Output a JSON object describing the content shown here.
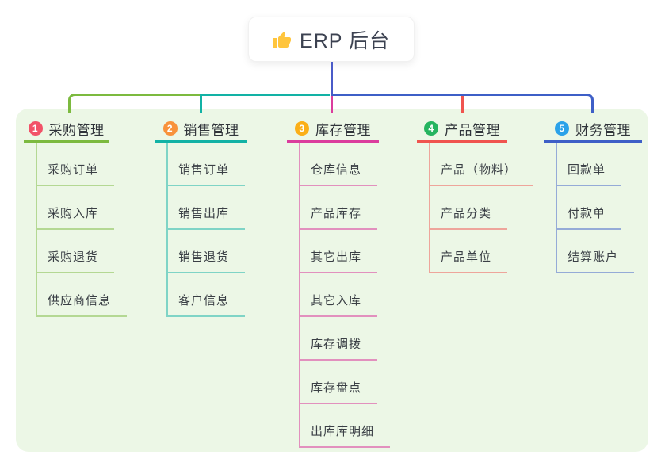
{
  "root": {
    "title": "ERP 后台",
    "icon": "thumbs-up-icon",
    "icon_color": "#FFC53D",
    "stem_color": "#4A5BC8"
  },
  "canvas": {
    "background": "#FFFFFF",
    "panel_color": "#ECF7E6"
  },
  "branches": [
    {
      "badge": "1",
      "badge_color": "#F25268",
      "line_color": "#7CBA3F",
      "soft_line_color": "rgba(124,186,63,0.5)",
      "label": "采购管理",
      "children": [
        "采购订单",
        "采购入库",
        "采购退货",
        "供应商信息"
      ]
    },
    {
      "badge": "2",
      "badge_color": "#F8923B",
      "line_color": "#12B2A5",
      "soft_line_color": "rgba(18,178,165,0.5)",
      "label": "销售管理",
      "children": [
        "销售订单",
        "销售出库",
        "销售退货",
        "客户信息"
      ]
    },
    {
      "badge": "3",
      "badge_color": "#FBAF17",
      "line_color": "#DB3D9D",
      "soft_line_color": "rgba(219,61,157,0.55)",
      "label": "库存管理",
      "children": [
        "仓库信息",
        "产品库存",
        "其它出库",
        "其它入库",
        "库存调拨",
        "库存盘点",
        "出库库明细"
      ]
    },
    {
      "badge": "4",
      "badge_color": "#25B45F",
      "line_color": "#F0544F",
      "soft_line_color": "rgba(240,84,79,0.5)",
      "label": "产品管理",
      "children": [
        "产品（物料）",
        "产品分类",
        "产品单位"
      ]
    },
    {
      "badge": "5",
      "badge_color": "#2BA2E9",
      "line_color": "#3E5FC7",
      "soft_line_color": "rgba(62,95,199,0.5)",
      "label": "财务管理",
      "children": [
        "回款单",
        "付款单",
        "结算账户"
      ]
    }
  ]
}
